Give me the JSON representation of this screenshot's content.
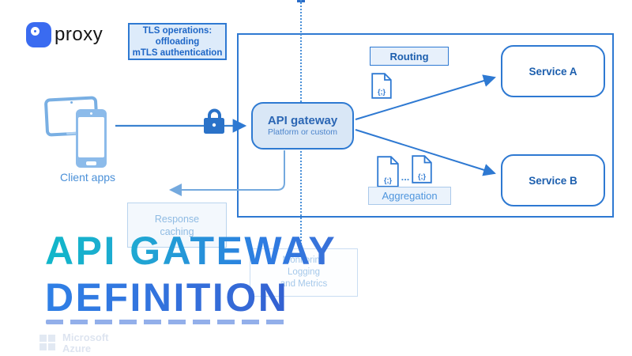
{
  "logo": {
    "brand": "proxy"
  },
  "tls_box": {
    "lines": [
      "TLS operations:",
      "offloading",
      "mTLS authentication"
    ]
  },
  "client_apps": {
    "label": "Client apps"
  },
  "gateway": {
    "title": "API gateway",
    "subtitle": "Platform or custom"
  },
  "routing": {
    "label": "Routing"
  },
  "doc_glyph": "{;}",
  "aggregation": {
    "label": "Aggregation",
    "ellipsis": "..."
  },
  "service_a": {
    "label": "Service A"
  },
  "service_b": {
    "label": "Service B"
  },
  "response_caching": {
    "line1": "Response",
    "line2": "caching"
  },
  "monitoring": {
    "lines": [
      "Monitoring",
      "Logging",
      "and Metrics"
    ]
  },
  "headline": {
    "line1": "API GATEWAY",
    "line2": "DEFINITION"
  },
  "watermark": {
    "line1": "Microsoft",
    "line2": "Azure"
  },
  "icons": {
    "brand_mark": "9proxy-logo-icon",
    "tablet": "tablet-icon",
    "phone": "smartphone-icon",
    "lock": "lock-icon",
    "json_doc": "json-document-icon",
    "ms_grid": "microsoft-grid-icon"
  },
  "colors": {
    "diagram_border": "#2e79d2",
    "gateway_fill": "#d9e7f6",
    "label_fill": "#e7f0fb",
    "dark_text": "#1d5fae",
    "arrow": "#3b82d0",
    "light_arrow": "#74a9de",
    "faded_border": "#c9ddf2",
    "faded_text": "#9fc4e9",
    "lock": "#2a72c8",
    "title_gradient_start": "#11b7c9",
    "title_gradient_mid": "#2e7ce2",
    "title_gradient_end": "#2f55cb"
  }
}
